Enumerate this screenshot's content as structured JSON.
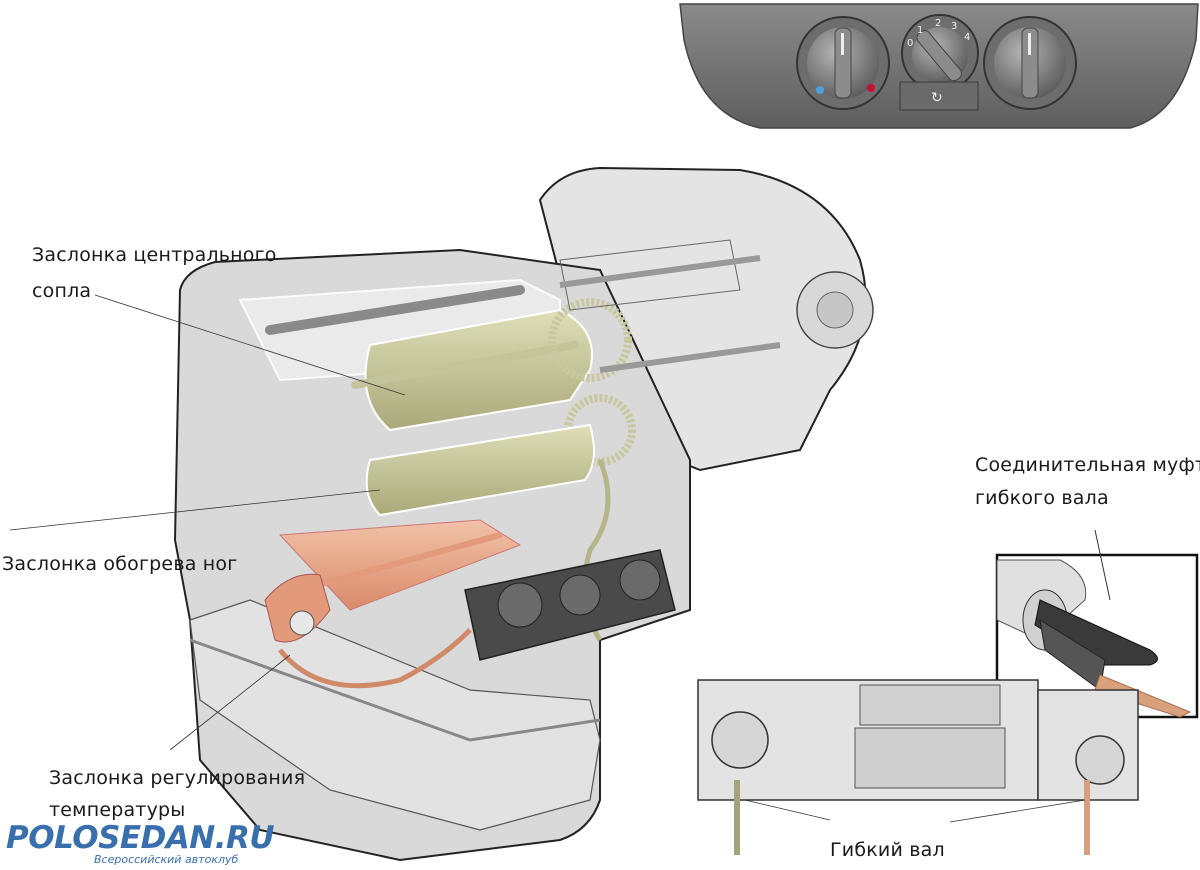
{
  "labels": {
    "central_nozzle_flap_line1": "Заслонка центрального",
    "central_nozzle_flap_line2": "сопла",
    "footwell_flap": "Заслонка обогрева ног",
    "temperature_flap_line1": "Заслонка регулирования",
    "temperature_flap_line2": "температуры",
    "shaft_coupling_line1": "Соединительная муфта",
    "shaft_coupling_line2": "гибкого вала",
    "flexible_shaft": "Гибкий вал"
  },
  "control_panel": {
    "fan_speeds": [
      "0",
      "1",
      "2",
      "3",
      "4"
    ],
    "temperature_marks": {
      "cold_color": "#4a9fe0",
      "hot_color": "#c8102e"
    },
    "recirculation_icon": "recirculation-icon"
  },
  "logo": {
    "name": "POLOSEDAN.RU",
    "tagline": "Всероссийский автоклуб"
  },
  "colors": {
    "housing": "#d6d6d6",
    "flap_green": "#c9c99a",
    "flap_copper": "#e8a88a",
    "panel_gray": "#7a7a7a",
    "logo_blue": "#3a6fad"
  }
}
